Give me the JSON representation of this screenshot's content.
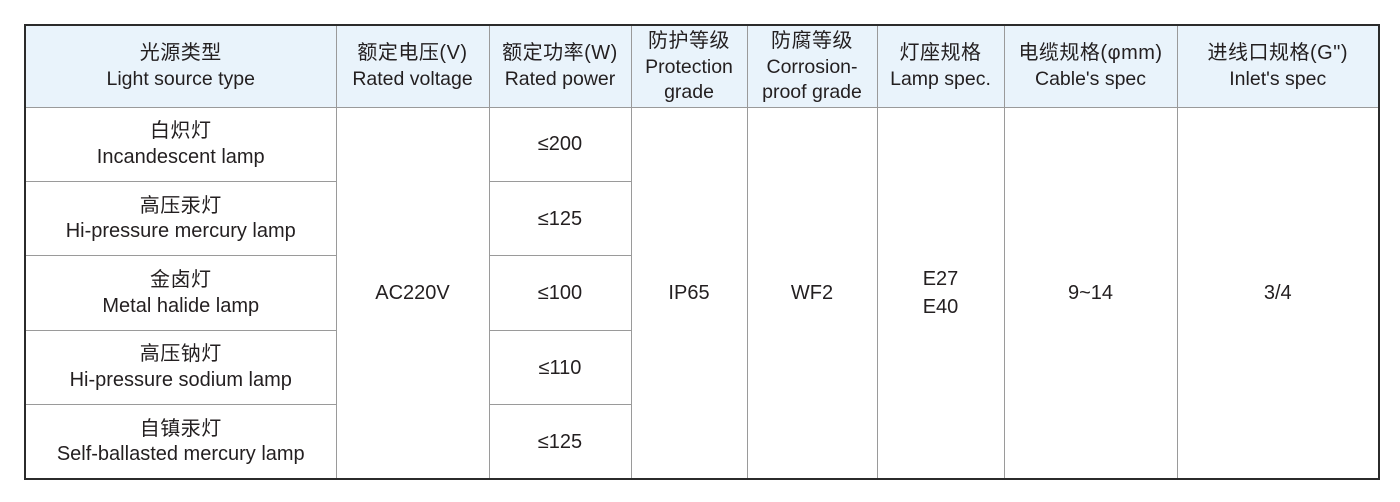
{
  "table": {
    "columns": [
      {
        "key": "light_source_type",
        "cn": "光源类型",
        "en": "Light source type"
      },
      {
        "key": "rated_voltage",
        "cn": "额定电压(V)",
        "en": "Rated voltage"
      },
      {
        "key": "rated_power",
        "cn": "额定功率(W)",
        "en": "Rated power"
      },
      {
        "key": "protection_grade",
        "cn": "防护等级",
        "en": "Protection grade"
      },
      {
        "key": "corrosion_grade",
        "cn": "防腐等级",
        "en": "Corrosion-proof grade"
      },
      {
        "key": "lamp_spec",
        "cn": "灯座规格",
        "en": "Lamp spec."
      },
      {
        "key": "cable_spec",
        "cn": "电缆规格(φmm)",
        "en": "Cable's spec"
      },
      {
        "key": "inlet_spec",
        "cn": "进线口规格(G\")",
        "en": "Inlet's spec"
      }
    ],
    "rows": [
      {
        "cn": "白炽灯",
        "en": "Incandescent lamp",
        "rated_power": "≤200"
      },
      {
        "cn": "高压汞灯",
        "en": "Hi-pressure mercury lamp",
        "rated_power": "≤125"
      },
      {
        "cn": "金卤灯",
        "en": "Metal halide lamp",
        "rated_power": "≤100"
      },
      {
        "cn": "高压钠灯",
        "en": "Hi-pressure sodium lamp",
        "rated_power": "≤110"
      },
      {
        "cn": "自镇汞灯",
        "en": "Self-ballasted mercury lamp",
        "rated_power": "≤125"
      }
    ],
    "merged": {
      "rated_voltage": "AC220V",
      "protection_grade": "IP65",
      "corrosion_grade": "WF2",
      "lamp_spec_line1": "E27",
      "lamp_spec_line2": "E40",
      "cable_spec": "9~14",
      "inlet_spec": "3/4"
    }
  },
  "colors": {
    "header_bg": "#e9f3fb",
    "text": "#231f20",
    "border_outer": "#2b2b2b",
    "border_inner": "#9a9a9a",
    "page_bg": "#ffffff"
  }
}
